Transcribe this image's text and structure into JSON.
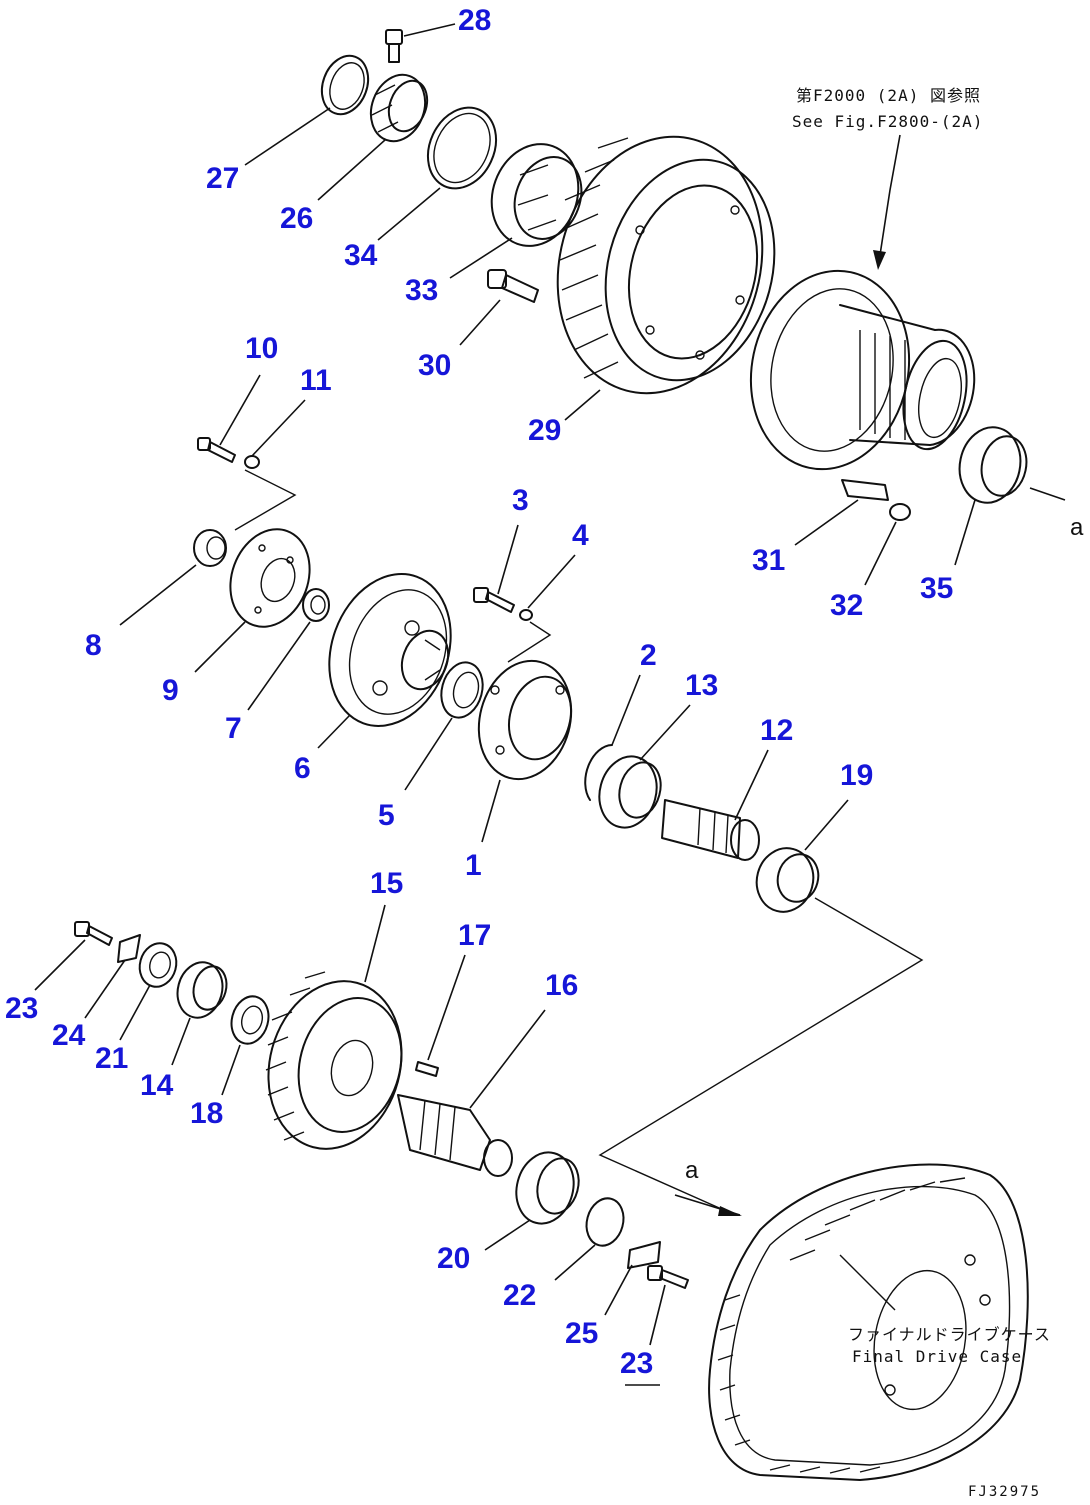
{
  "diagram": {
    "reference_note_jp": "第F2000 (2A) 図参照",
    "reference_note_en": "See Fig.F2800-(2A)",
    "case_label_jp": "ファイナルドライブケース",
    "case_label_en": "Final Drive Case",
    "arrow_label_top": "a",
    "arrow_label_bottom": "a",
    "figure_code": "FJ32975",
    "callouts": {
      "p28": "28",
      "p27": "27",
      "p26": "26",
      "p34": "34",
      "p33": "33",
      "p30": "30",
      "p29": "29",
      "p10": "10",
      "p11": "11",
      "p3": "3",
      "p4": "4",
      "p8": "8",
      "p9": "9",
      "p7": "7",
      "p6": "6",
      "p5": "5",
      "p1": "1",
      "p2": "2",
      "p13": "13",
      "p12": "12",
      "p19": "19",
      "p31": "31",
      "p32": "32",
      "p35": "35",
      "p15": "15",
      "p17": "17",
      "p16": "16",
      "p23a": "23",
      "p24": "24",
      "p21": "21",
      "p14": "14",
      "p18": "18",
      "p20": "20",
      "p22": "22",
      "p25": "25",
      "p23b": "23"
    }
  }
}
